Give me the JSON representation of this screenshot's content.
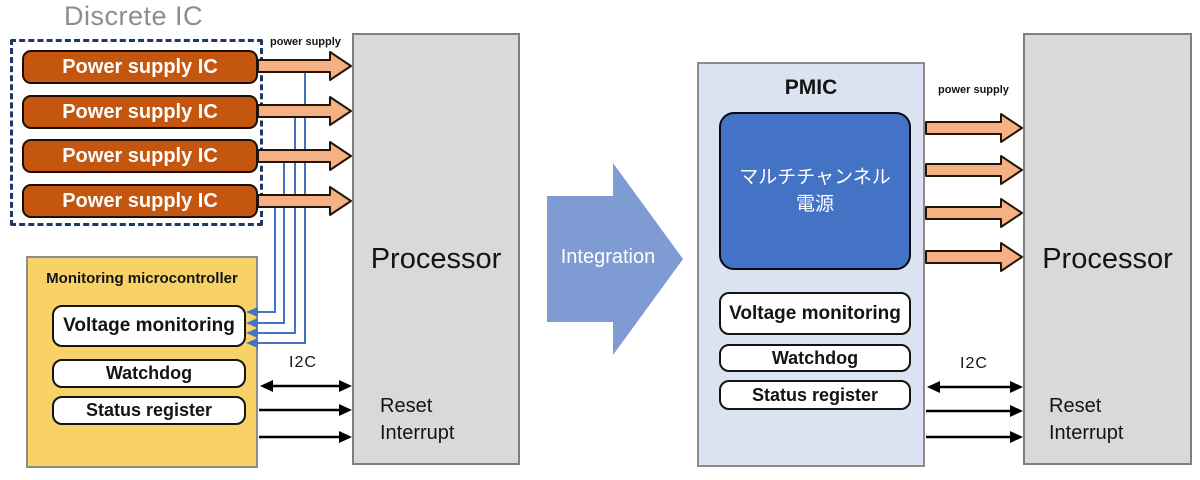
{
  "colors": {
    "orange_box": "#C4560F",
    "orange_arrow_fill": "#F5B183",
    "outline_dark": "#231408",
    "dashed_navy": "#1F3864",
    "signal_blue": "#4472C4",
    "mcu_yellow": "#F8D266",
    "pmic_bg": "#DBE2F1",
    "core_blue": "#4472C4",
    "processor_gray": "#D9D9D9",
    "integration_blue": "#7F9BD3",
    "title_gray": "#8C8C8C"
  },
  "discrete_side": {
    "title": "Discrete IC",
    "power_supply_ics": [
      "Power supply IC",
      "Power supply IC",
      "Power supply IC",
      "Power supply IC"
    ],
    "power_supply_label": "power supply",
    "mcu": {
      "title": "Monitoring microcontroller",
      "voltage_monitoring": "Voltage monitoring",
      "watchdog": "Watchdog",
      "status_register": "Status register"
    },
    "i2c_label": "I2C",
    "processor": {
      "title": "Processor",
      "reset": "Reset",
      "interrupt": "Interrupt"
    }
  },
  "integration": {
    "label": "Integration"
  },
  "pmic_side": {
    "pmic_title": "PMIC",
    "core_line1": "マルチチャンネル",
    "core_line2": "電源",
    "voltage_monitoring": "Voltage monitoring",
    "watchdog": "Watchdog",
    "status_register": "Status register",
    "power_supply_label": "power supply",
    "i2c_label": "I2C",
    "processor": {
      "title": "Processor",
      "reset": "Reset",
      "interrupt": "Interrupt"
    }
  }
}
